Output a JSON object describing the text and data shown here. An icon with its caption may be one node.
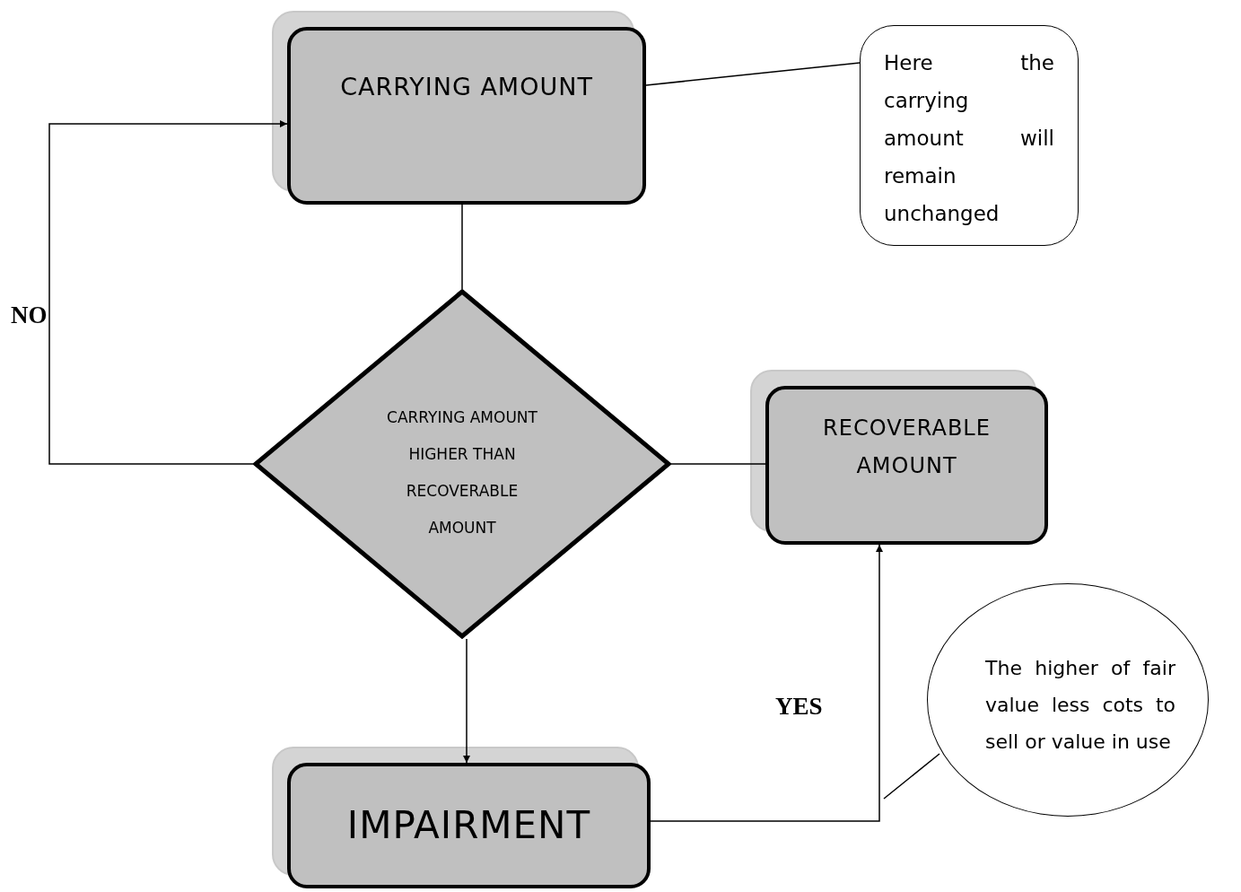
{
  "diagram": {
    "nodes": [
      {
        "text": [
          "CARRYING AMOUNT"
        ]
      },
      {
        "text": [
          "Here the carrying amount will remain unchanged"
        ]
      },
      {
        "text": [
          "CARRYING AMOUNT HIGHER THAN RECOVERABLE AMOUNT"
        ]
      },
      {
        "text": [
          "RECOVERABLE AMOUNT"
        ]
      },
      {
        "text": [
          "IMPAIRMENT"
        ]
      },
      {
        "text": [
          "The higher of fair value less cots to sell or value in use"
        ]
      }
    ],
    "edges": [
      {
        "from": 0,
        "to": 2,
        "arrow": "none"
      },
      {
        "from": 2,
        "to": 0,
        "arrow": "to",
        "label": "NO"
      },
      {
        "from": 2,
        "to": 3,
        "arrow": "none"
      },
      {
        "from": 2,
        "to": 4,
        "arrow": "to"
      },
      {
        "from": 4,
        "to": 3,
        "arrow": "to",
        "label": "YES"
      },
      {
        "from": 1,
        "to": 0,
        "arrow": "none"
      },
      {
        "from": 5,
        "to": null,
        "arrow": "none"
      }
    ]
  }
}
